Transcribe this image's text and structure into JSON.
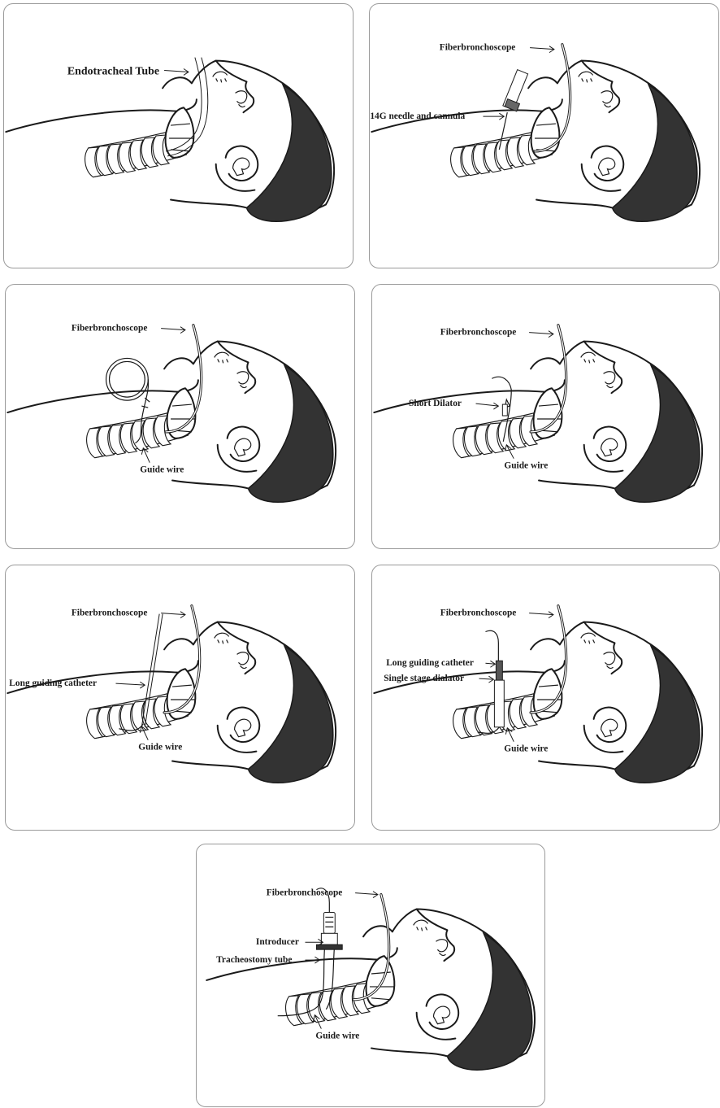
{
  "panels": [
    {
      "id": "p1",
      "labels": {
        "endotracheal_tube": "Endotracheal Tube"
      }
    },
    {
      "id": "p2",
      "labels": {
        "fiberbronchoscope": "Fiberbronchoscope",
        "needle": "14G needle and cannula"
      }
    },
    {
      "id": "p3",
      "labels": {
        "fiberbronchoscope": "Fiberbronchoscope",
        "guide_wire": "Guide wire"
      }
    },
    {
      "id": "p4",
      "labels": {
        "fiberbronchoscope": "Fiberbronchoscope",
        "short_dilator": "Short Dilator",
        "guide_wire": "Guide wire"
      }
    },
    {
      "id": "p5",
      "labels": {
        "fiberbronchoscope": "Fiberbronchoscope",
        "long_catheter": "Long guiding catheter",
        "guide_wire": "Guide wire"
      }
    },
    {
      "id": "p6",
      "labels": {
        "fiberbronchoscope": "Fiberbronchoscope",
        "long_catheter": "Long guiding catheter",
        "single_dilator": "Single stage dialator",
        "guide_wire": "Guide wire"
      }
    },
    {
      "id": "p7",
      "labels": {
        "fiberbronchoscope": "Fiberbronchoscope",
        "introducer": "Introducer",
        "tracheostomy_tube": "Tracheostomy tube",
        "guide_wire": "Guide wire"
      }
    }
  ]
}
